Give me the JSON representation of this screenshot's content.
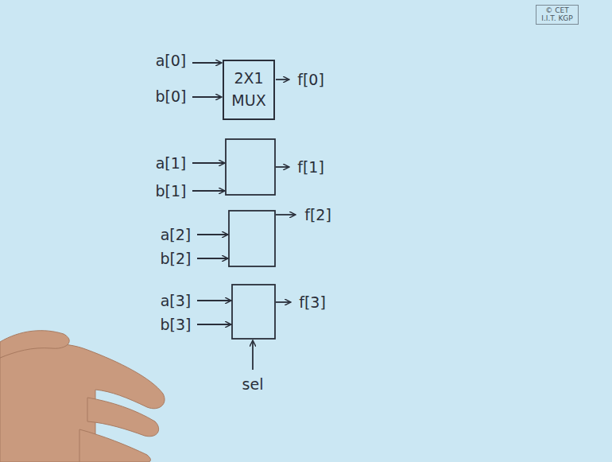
{
  "diagram": {
    "nodes": [
      {
        "text": [
          "2X1 MUX"
        ]
      }
    ],
    "labels": [
      "a[0]",
      "b[0]",
      "f[0]",
      "a[1]",
      "b[1]",
      "f[1]",
      "a[2]",
      "b[2]",
      "f[2]",
      "a[3]",
      "b[3]",
      "f[3]",
      "sel",
      "© CET I.I.T. KGP"
    ]
  }
}
